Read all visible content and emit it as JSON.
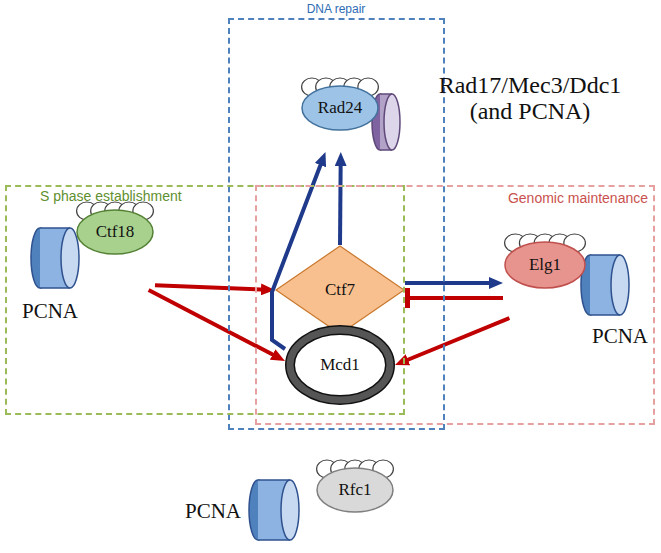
{
  "diagram": {
    "nodes": [
      {
        "text": [
          "DNA repair"
        ]
      },
      {
        "text": [
          "Rad24"
        ],
        "in": 0
      },
      {
        "text": [
          "S phase establishment"
        ]
      },
      {
        "text": [
          "Ctf18"
        ],
        "in": 2
      },
      {
        "text": [
          "Ctf7"
        ],
        "in": 0
      },
      {
        "text": [
          "Mcd1"
        ],
        "in": 0
      },
      {
        "text": [
          "Genomic maintenance"
        ]
      },
      {
        "text": [
          "Elg1"
        ],
        "in": 6
      },
      {
        "text": [
          "Rfc1"
        ]
      }
    ],
    "edges": [
      {
        "from": 3,
        "to": 4,
        "arrow": "to"
      },
      {
        "from": 3,
        "to": 5,
        "arrow": "to"
      },
      {
        "from": 5,
        "to": 1,
        "arrow": "to"
      },
      {
        "from": 4,
        "to": 1,
        "arrow": "to"
      },
      {
        "from": 4,
        "to": 7,
        "arrow": "to"
      },
      {
        "from": 7,
        "to": 4,
        "arrow": "to"
      },
      {
        "from": 7,
        "to": 5,
        "arrow": "to"
      }
    ],
    "labels": [
      "Rad17/Mec3/Ddc1 (and PCNA)",
      "PCNA",
      "PCNA",
      "PCNA"
    ]
  }
}
